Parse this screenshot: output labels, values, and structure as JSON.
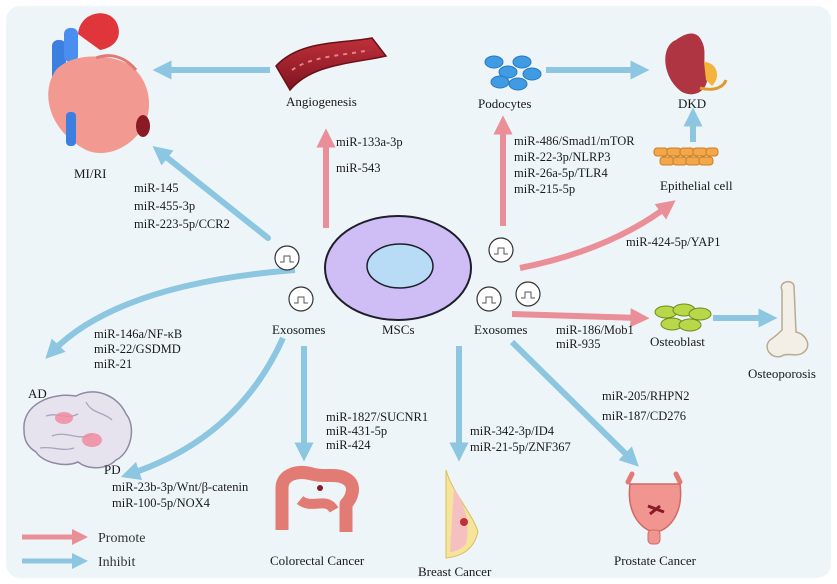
{
  "colors": {
    "promote": "#ea8e97",
    "inhibit": "#8cc6e1",
    "msc_outer": "#cfbef6",
    "msc_inner": "#b9dcf6",
    "background": "#eef5f9"
  },
  "center": {
    "left_exosomes": "Exosomes",
    "msc": "MSCs",
    "right_exosomes": "Exosomes"
  },
  "targets": {
    "mi_ri": "MI/RI",
    "angiogenesis": "Angiogenesis",
    "podocytes": "Podocytes",
    "dkd": "DKD",
    "epithelial_cell": "Epithelial cell",
    "osteoblast": "Osteoblast",
    "osteoporosis": "Osteoporosis",
    "ad": "AD",
    "pd": "PD",
    "colorectal_cancer": "Colorectal Cancer",
    "breast_cancer": "Breast Cancer",
    "prostate_cancer": "Prostate Cancer"
  },
  "mirna": {
    "mi_ri": [
      "miR-145",
      "miR-455-3p",
      "miR-223-5p/CCR2"
    ],
    "angiogenesis": [
      "miR-133a-3p",
      "miR-543"
    ],
    "podocytes": [
      "miR-486/Smad1/mTOR",
      "miR-22-3p/NLRP3",
      "miR-26a-5p/TLR4",
      "miR-215-5p"
    ],
    "epithelial_cell": [
      "miR-424-5p/YAP1"
    ],
    "osteoblast": [
      "miR-186/Mob1",
      "miR-935"
    ],
    "ad": [
      "miR-146a/NF-κB",
      "miR-22/GSDMD",
      "miR-21"
    ],
    "pd": [
      "miR-23b-3p/Wnt/β-catenin",
      "miR-100-5p/NOX4"
    ],
    "colorectal_cancer": [
      "miR-1827/SUCNR1",
      "miR-431-5p",
      "miR-424"
    ],
    "breast_cancer": [
      "miR-342-3p/ID4",
      "miR-21-5p/ZNF367"
    ],
    "prostate_cancer": [
      "miR-205/RHPN2",
      "miR-187/CD276"
    ]
  },
  "legend": {
    "promote": "Promote",
    "inhibit": "Inhibit"
  }
}
